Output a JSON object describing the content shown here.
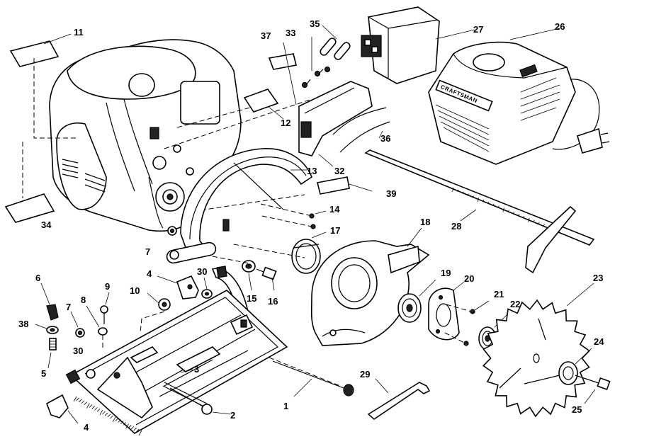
{
  "diagram": {
    "brand_label": "CRAFTSMAN",
    "parts": [
      {
        "id": "p1",
        "label": "1"
      },
      {
        "id": "p2",
        "label": "2"
      },
      {
        "id": "p3",
        "label": "3"
      },
      {
        "id": "p4a",
        "label": "4"
      },
      {
        "id": "p4b",
        "label": "4"
      },
      {
        "id": "p5",
        "label": "5"
      },
      {
        "id": "p6",
        "label": "6"
      },
      {
        "id": "p7a",
        "label": "7"
      },
      {
        "id": "p7b",
        "label": "7"
      },
      {
        "id": "p8",
        "label": "8"
      },
      {
        "id": "p9",
        "label": "9"
      },
      {
        "id": "p10",
        "label": "10"
      },
      {
        "id": "p11",
        "label": "11"
      },
      {
        "id": "p12",
        "label": "12"
      },
      {
        "id": "p13",
        "label": "13"
      },
      {
        "id": "p14",
        "label": "14"
      },
      {
        "id": "p15",
        "label": "15"
      },
      {
        "id": "p16",
        "label": "16"
      },
      {
        "id": "p17",
        "label": "17"
      },
      {
        "id": "p18",
        "label": "18"
      },
      {
        "id": "p19",
        "label": "19"
      },
      {
        "id": "p20",
        "label": "20"
      },
      {
        "id": "p21",
        "label": "21"
      },
      {
        "id": "p22",
        "label": "22"
      },
      {
        "id": "p23",
        "label": "23"
      },
      {
        "id": "p24",
        "label": "24"
      },
      {
        "id": "p25",
        "label": "25"
      },
      {
        "id": "p26",
        "label": "26"
      },
      {
        "id": "p27",
        "label": "27"
      },
      {
        "id": "p28",
        "label": "28"
      },
      {
        "id": "p29",
        "label": "29"
      },
      {
        "id": "p30a",
        "label": "30"
      },
      {
        "id": "p30b",
        "label": "30"
      },
      {
        "id": "p32",
        "label": "32"
      },
      {
        "id": "p33",
        "label": "33"
      },
      {
        "id": "p34",
        "label": "34"
      },
      {
        "id": "p35",
        "label": "35"
      },
      {
        "id": "p36",
        "label": "36"
      },
      {
        "id": "p37",
        "label": "37"
      },
      {
        "id": "p38",
        "label": "38"
      },
      {
        "id": "p39",
        "label": "39"
      }
    ]
  }
}
